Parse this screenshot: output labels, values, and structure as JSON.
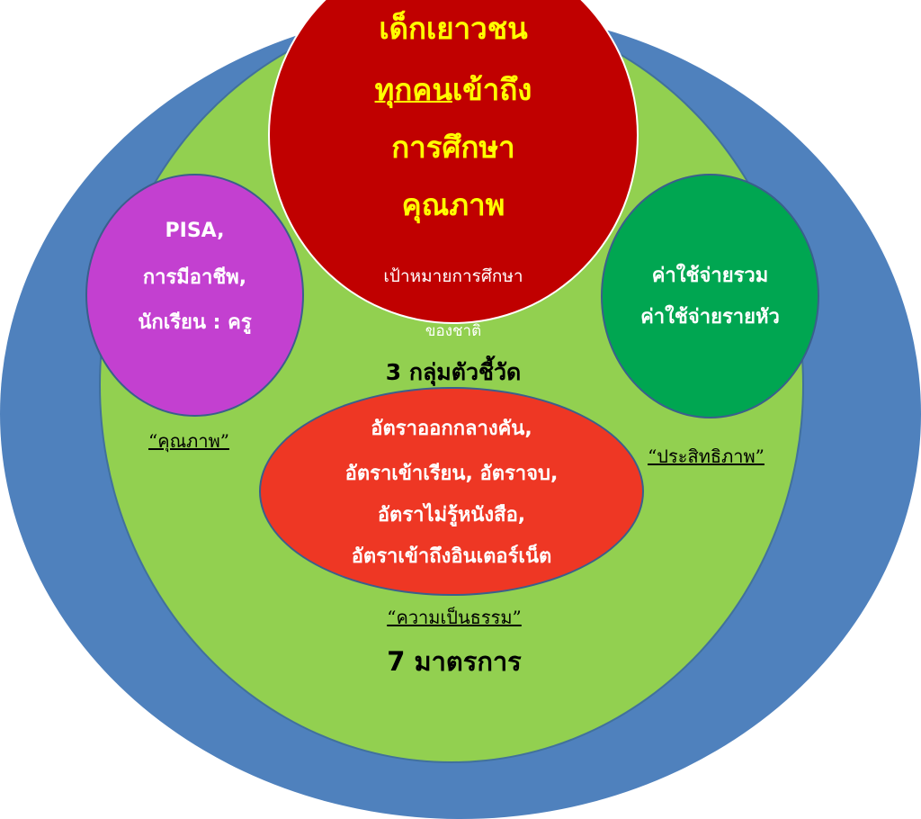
{
  "top_circle": {
    "line1": "เด็กเยาวชน",
    "line2_underlined": "ทุกคน",
    "line2_rest": "เข้าถึง",
    "line3": "การศึกษา",
    "line4": "คุณภาพ",
    "sub1": "เป้าหมายการศึกษา",
    "sub2": "ของชาติ"
  },
  "middle_label": "3 กลุ่มตัวชี้วัด",
  "left_circle": {
    "line1": "PISA,",
    "line2": "การมีอาชีพ,",
    "line3": "นักเรียน : ครู"
  },
  "right_circle": {
    "line1": "ค่าใช้จ่ายรวม",
    "line2": "ค่าใช้จ่ายรายหัว"
  },
  "bottom_circle": {
    "line1": "อัตราออกกลางคัน,",
    "line2": "อัตราเข้าเรียน, อัตราจบ,",
    "line3": "อัตราไม่รู้หนังสือ,",
    "line4": "อัตราเข้าถึงอินเตอร์เน็ต"
  },
  "labels": {
    "quality": "“คุณภาพ”",
    "efficiency": "“ประสิทธิภาพ”",
    "equity": "“ความเป็นธรรม”"
  },
  "bottom_label": "7 มาตรการ",
  "colors": {
    "outer_ring": "#4f81bd",
    "green_field": "#92d050",
    "top_circle": "#c00000",
    "left_circle": "#c340d0",
    "right_circle": "#00a651",
    "bottom_circle": "#ee3724",
    "headline_text": "#ffff00"
  }
}
